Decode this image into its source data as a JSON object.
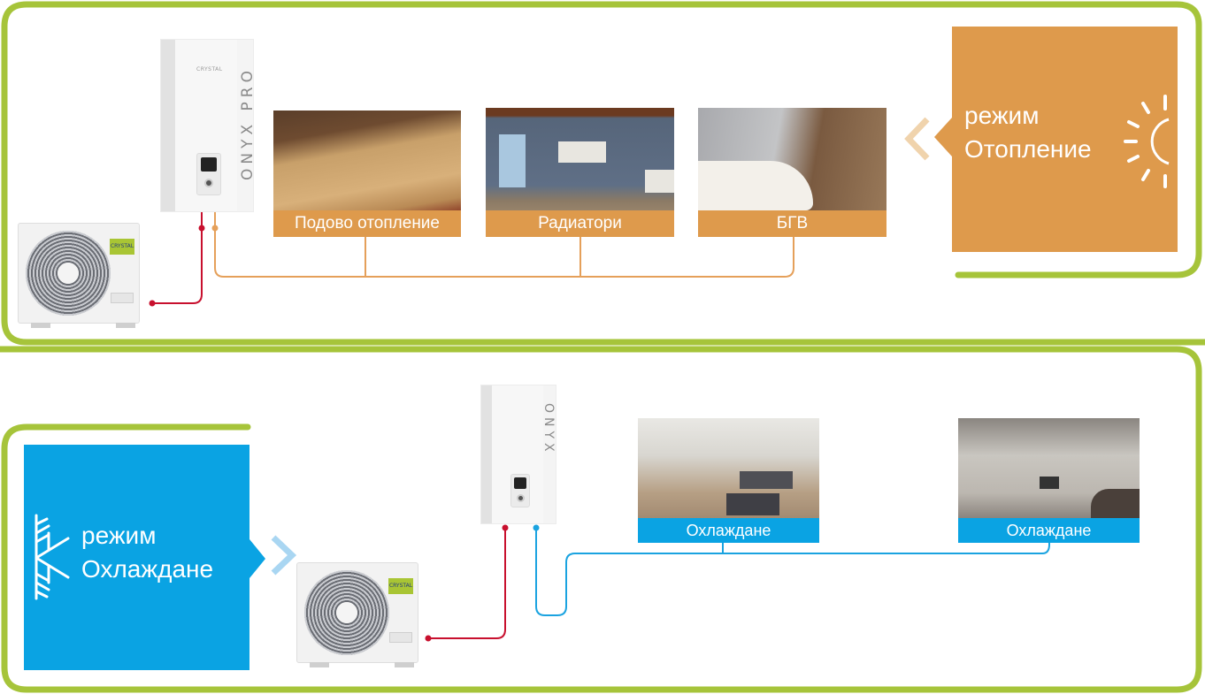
{
  "colors": {
    "frame_green": "#a6c43a",
    "heating_orange": "#de9a4c",
    "cooling_blue": "#0aa3e3",
    "pipe_red": "#c8102e",
    "pipe_orange": "#e5a05a",
    "pipe_blue": "#1aa3e0"
  },
  "heating": {
    "mode_label": "режим",
    "mode_name": "Отопление",
    "icon": "sun-icon",
    "arrow_icon": "chevron-left-icon",
    "indoor_unit": {
      "model": "ONYX PRO",
      "brand": "CRYSTAL"
    },
    "outdoor_unit": {
      "brand": "CRYSTAL"
    },
    "applications": [
      {
        "caption": "Подово отопление",
        "image": "underfloor-heating-photo"
      },
      {
        "caption": "Радиатори",
        "image": "radiators-photo"
      },
      {
        "caption": "БГВ",
        "image": "bathroom-photo"
      }
    ]
  },
  "cooling": {
    "mode_label": "режим",
    "mode_name": "Охлаждане",
    "icon": "snowflake-icon",
    "arrow_icon": "chevron-right-icon",
    "indoor_unit": {
      "model": "ONYX"
    },
    "outdoor_unit": {
      "brand": "CRYSTAL"
    },
    "applications": [
      {
        "caption": "Охлаждане",
        "image": "living-room-photo"
      },
      {
        "caption": "Охлаждане",
        "image": "lounge-photo"
      }
    ]
  }
}
